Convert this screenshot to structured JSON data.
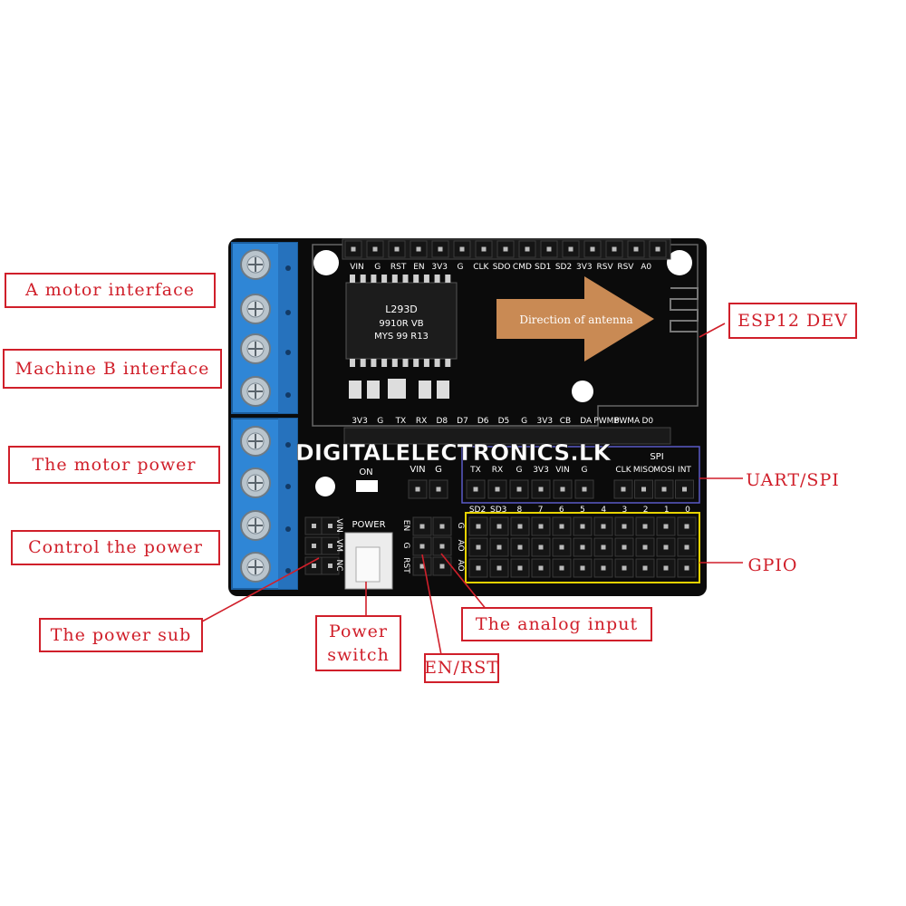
{
  "watermark": "DIGITALELECTRONICS.LK",
  "board": {
    "antenna_text": "Direction of antenna",
    "top_header_pins": [
      "VIN",
      "G",
      "RST",
      "EN",
      "3V3",
      "G",
      "CLK",
      "SDO",
      "CMD",
      "SD1",
      "SD2",
      "3V3",
      "RSV",
      "RSV",
      "A0"
    ],
    "mid_header_pins": [
      "3V3",
      "G",
      "TX",
      "RX",
      "D8",
      "D7",
      "D6",
      "D5",
      "G",
      "3V3",
      "CB",
      "DA",
      "PWMB",
      "PWMA",
      "D0"
    ],
    "uart_labels": [
      "TX",
      "RX",
      "G",
      "3V3",
      "VIN",
      "G"
    ],
    "spi_title": "SPI",
    "spi_labels": [
      "CLK",
      "MISO",
      "MOSI",
      "INT"
    ],
    "vin_g_labels": [
      "VIN",
      "G"
    ],
    "on_label": "ON",
    "power_label": "POWER",
    "power_pins": [
      "VIN",
      "VM",
      "NC"
    ],
    "en_rst_labels": [
      "EN",
      "G",
      "RST"
    ],
    "ao_labels": [
      "G",
      "AO",
      "AO"
    ],
    "gpio_row_labels": [
      "SD2",
      "SD3",
      "8",
      "7",
      "6",
      "5",
      "4",
      "3",
      "2",
      "1",
      "0"
    ],
    "chip_marks": [
      "L293D",
      "9910R VB",
      "MYS 99 R13"
    ]
  },
  "callouts": {
    "a_motor": "A motor interface",
    "b_motor": "Machine B interface",
    "motor_power": "The motor power",
    "control_power": "Control the power",
    "power_sub": "The power sub",
    "power_switch": "Power switch",
    "en_rst": "EN/RST",
    "analog_input": "The analog input",
    "esp12": "ESP12 DEV",
    "uart_spi": "UART/SPI",
    "gpio": "GPIO"
  },
  "colors": {
    "label_red": "#d01f2a",
    "board_black": "#0b0b0b",
    "terminal_blue": "#2f86d6",
    "antenna_arrow": "#c98a54",
    "uart_box": "#5a5ac8",
    "gpio_box": "#e6d200"
  }
}
